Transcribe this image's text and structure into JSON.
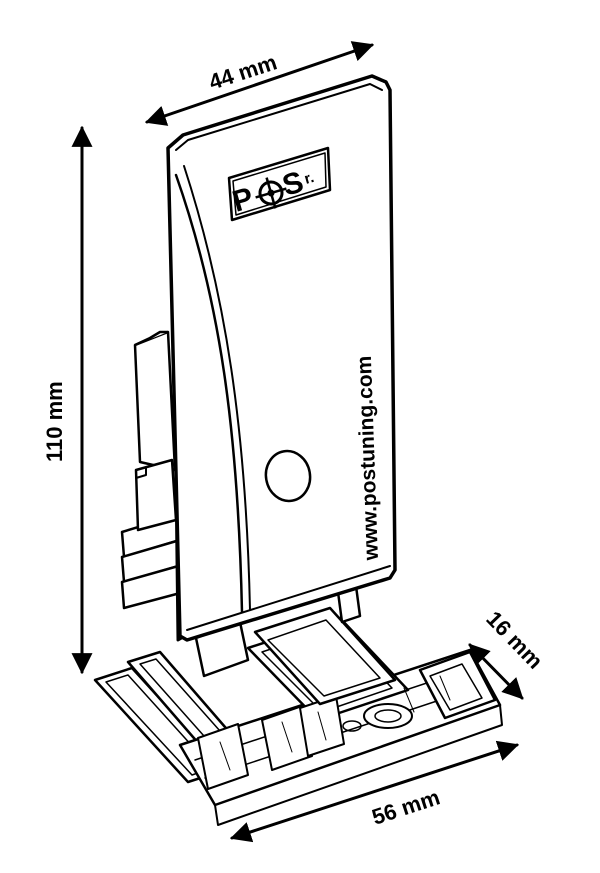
{
  "dimensions": {
    "width_top": "44 mm",
    "height": "110 mm",
    "depth": "16 mm",
    "width_bottom": "56 mm"
  },
  "device": {
    "logo_text": "P",
    "logo_text_2": "S",
    "logo_text_3": "r.",
    "website": "www.postuning.com"
  },
  "colors": {
    "ink": "#000000",
    "paper": "#ffffff"
  }
}
